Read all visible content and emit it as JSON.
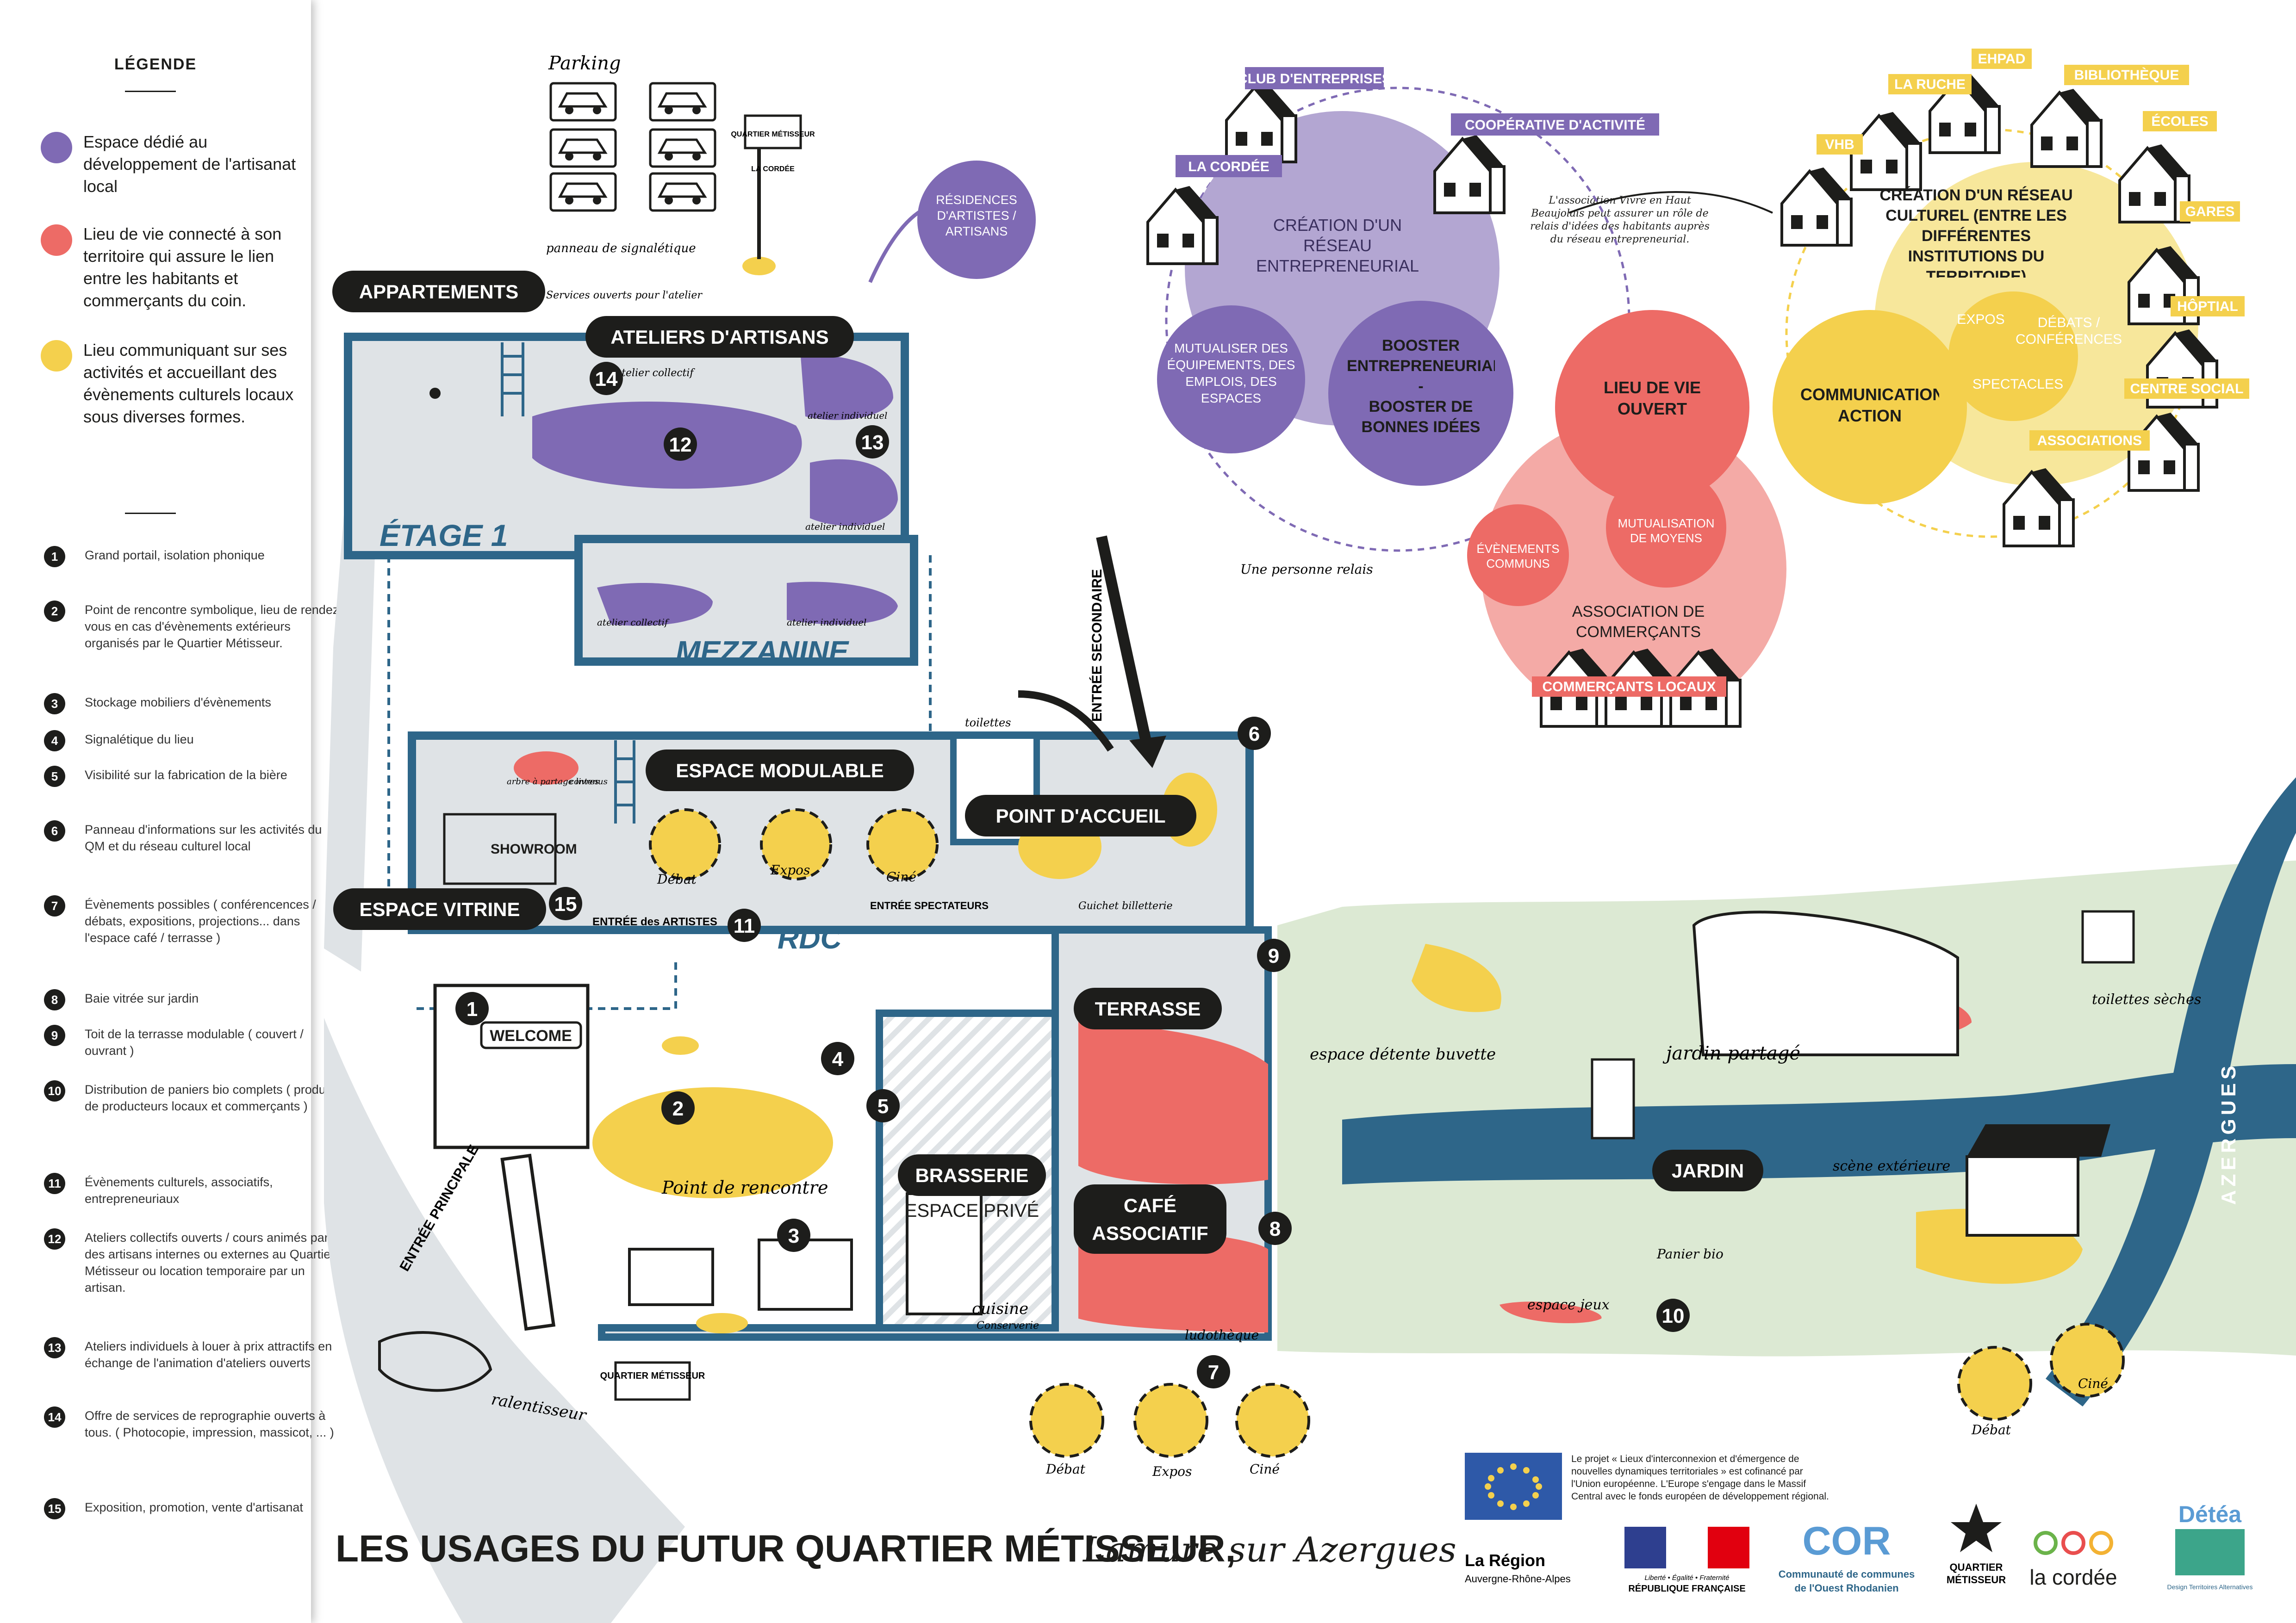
{
  "legend": {
    "title": "LÉGENDE",
    "categories": [
      {
        "color": "#7f6ab4",
        "text": "Espace dédié au développement de l'artisanat local"
      },
      {
        "color": "#ed6b66",
        "text": "Lieu de vie connecté à son territoire qui assure le lien entre les habitants et commerçants du coin."
      },
      {
        "color": "#f4d04d",
        "text": "Lieu communiquant sur ses activités et accueillant des évènements culturels locaux sous diverses formes."
      }
    ],
    "items": [
      {
        "num": "1",
        "text": "Grand portail, isolation phonique"
      },
      {
        "num": "2",
        "text": "Point de rencontre symbolique, lieu de rendez-vous en cas d'évènements extérieurs organisés par le Quartier Métisseur."
      },
      {
        "num": "3",
        "text": "Stockage mobiliers d'évènements"
      },
      {
        "num": "4",
        "text": "Signalétique du lieu"
      },
      {
        "num": "5",
        "text": "Visibilité sur la fabrication de la bière"
      },
      {
        "num": "6",
        "text": "Panneau d'informations sur les activités du QM et du réseau culturel local"
      },
      {
        "num": "7",
        "text": "Évènements possibles ( conférencences / débats, expositions, projections... dans l'espace café / terrasse )"
      },
      {
        "num": "8",
        "text": "Baie vitrée sur jardin"
      },
      {
        "num": "9",
        "text": "Toit de la terrasse modulable ( couvert / ouvrant )"
      },
      {
        "num": "10",
        "text": "Distribution de paniers bio complets ( produits de producteurs locaux et commerçants )"
      },
      {
        "num": "11",
        "text": "Évènements culturels, associatifs, entrepreneuriaux"
      },
      {
        "num": "12",
        "text": "Ateliers collectifs ouverts / cours animés par des artisans internes ou externes au Quartier Métisseur ou location temporaire par un artisan."
      },
      {
        "num": "13",
        "text": "Ateliers individuels à louer à prix attractifs en échange de l'animation d'ateliers ouverts"
      },
      {
        "num": "14",
        "text": "Offre de services de reprographie ouverts à tous. ( Photocopie, impression, massicot, ... )"
      },
      {
        "num": "15",
        "text": "Exposition, promotion, vente d'artisanat"
      }
    ]
  },
  "map": {
    "labels": {
      "appartements": "APPARTEMENTS",
      "ateliers": "ATELIERS D'ARTISANS",
      "etage1": "ÉTAGE 1",
      "mezzanine": "MEZZANINE",
      "espace_modulable": "ESPACE MODULABLE",
      "point_accueil": "POINT D'ACCUEIL",
      "espace_vitrine": "ESPACE VITRINE",
      "rdc": "RDC",
      "terrasse": "TERRASSE",
      "brasserie": "BRASSERIE",
      "espace_prive": "ESPACE PRIVÉ",
      "cafe_1": "CAFÉ",
      "cafe_2": "ASSOCIATIF",
      "jardin": "JARDIN",
      "azergues": "AZERGUES",
      "entree_principale": "ENTRÉE PRINCIPALE",
      "entree_secondaire": "ENTRÉE SECONDAIRE",
      "showroom": "SHOWROOM",
      "welcome": "WELCOME",
      "quartier_metisseur": "QUARTIER MÉTISSEUR",
      "la_cordee": "LA CORDÉE"
    },
    "notes": {
      "parking": "Parking",
      "panneau": "panneau de signalétique",
      "services": "Services ouverts pour l'atelier",
      "atelier_collectif": "atelier collectif",
      "atelier_individuel": "atelier individuel",
      "toilettes": "toilettes",
      "arbre": "arbre à partage livres",
      "contenus": "contenus",
      "entree_artistes": "ENTRÉE des ARTISTES",
      "entree_spectateurs": "ENTRÉE SPECTATEURS",
      "guichet": "Guichet billetterie",
      "point_rencontre": "Point de rencontre",
      "cuisine": "cuisine",
      "conserverie": "Conserverie",
      "ludotheque": "ludothèque",
      "ralentisseur": "ralentisseur",
      "espace_detente": "espace détente buvette",
      "jardin_partage": "jardin partagé",
      "toilettes_seches": "toilettes sèches",
      "scene": "scène extérieure",
      "panier_bio": "Panier bio",
      "espace_jeux": "espace jeux",
      "personne_relais": "Une personne relais",
      "association_note": "L'association Vivre en Haut Beaujolais peut assurer un rôle de relais d'idées des habitants auprès du réseau entrepreneurial.",
      "debat": "Débat",
      "expos": "Expos",
      "cine": "Ciné"
    }
  },
  "network": {
    "residences": "RÉSIDENCES D'ARTISTES / ARTISANS",
    "club": "CLUB D'ENTREPRISES",
    "cooperative": "COOPÉRATIVE D'ACTIVITÉ",
    "la_cordee": "LA CORDÉE",
    "creation_reseau": "CRÉATION D'UN RÉSEAU ENTREPRENEURIAL",
    "mutualiser": "MUTUALISER DES ÉQUIPEMENTS, DES EMPLOIS, DES ESPACES",
    "booster_1": "BOOSTER ENTREPRENEURIAL",
    "booster_sep": "-",
    "booster_2": "BOOSTER DE BONNES IDÉES",
    "lieu_de_vie": "LIEU DE VIE OUVERT",
    "evenements_communs": "ÉVÈNEMENTS COMMUNS",
    "mutualisation_moyens": "MUTUALISATION DE MOYENS",
    "association_commercants": "ASSOCIATION DE COMMERÇANTS",
    "commercants_locaux": "COMMERÇANTS LOCAUX",
    "communication_action": "COMMUNICATION ACTION",
    "creation_culturel": "CRÉATION D'UN RÉSEAU CULTUREL (ENTRE LES DIFFÉRENTES INSTITUTIONS DU TERRITOIRE)",
    "expos": "EXPOS",
    "debats": "DÉBATS / CONFÉRENCES",
    "spectacles": "SPECTACLES",
    "institutions": [
      "VHB",
      "LA RUCHE",
      "EHPAD",
      "BIBLIOTHÈQUE",
      "ÉCOLES",
      "GARES",
      "HÔPTIAL",
      "CENTRE SOCIAL",
      "ASSOCIATIONS"
    ]
  },
  "footer": {
    "title_main": "LES USAGES DU FUTUR QUARTIER MÉTISSEUR,",
    "title_place": "Lamure sur Azergues",
    "eu_text": "Le projet « Lieux d'interconnexion et d'émergence de nouvelles dynamiques territoriales » est cofinancé par l'Union européenne. L'Europe s'engage dans le Massif Central avec le fonds européen de développement régional.",
    "logos": {
      "region_1": "La Région",
      "region_2": "Auvergne-Rhône-Alpes",
      "rf_1": "Liberté • Égalité • Fraternité",
      "rf_2": "RÉPUBLIQUE FRANÇAISE",
      "cor_short": "COR",
      "cor_1": "Communauté de communes",
      "cor_2": "de l'Ouest Rhodanien",
      "qm_1": "QUARTIER",
      "qm_2": "MÉTISSEUR",
      "cordee": "la cordée",
      "detea": "Détéa",
      "detea_sub": "Design Territoires Alternatives"
    }
  },
  "colors": {
    "purple": "#7f6ab4",
    "light_purple": "#b3a6d2",
    "red": "#ed6b66",
    "light_red": "#f4aaa6",
    "yellow": "#f4d04d",
    "light_yellow": "#f7e79b",
    "blue": "#2e6689",
    "green": "#dce9d3",
    "grey": "#dfe3e6",
    "dark": "#1d1d1b"
  }
}
